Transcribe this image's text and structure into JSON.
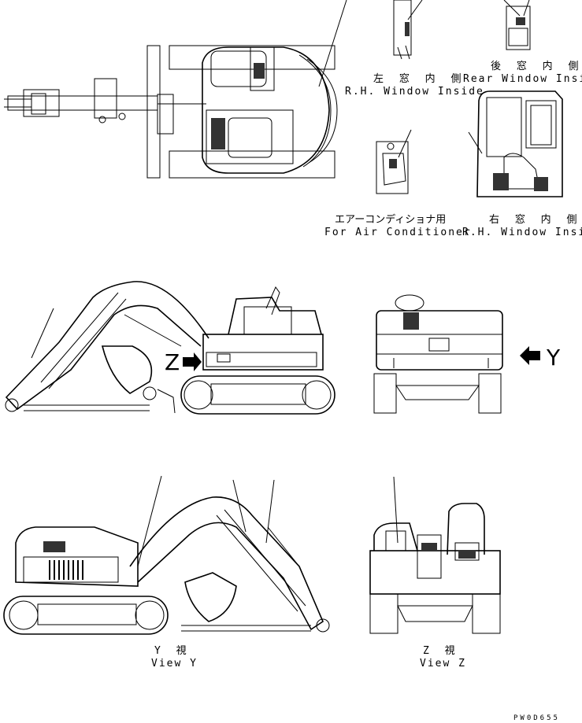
{
  "labels": {
    "left_window_inside_jp": "左 窓 内 側",
    "left_window_inside_en": "R.H. Window Inside",
    "rear_window_inside_jp": "後 窓 内 側",
    "rear_window_inside_en": "Rear Window Inside",
    "air_conditioner_jp": "エアーコンディショナ用",
    "air_conditioner_en": "For Air Conditioner",
    "right_window_inside_jp": "右 窓 内 側",
    "right_window_inside_en": "R.H. Window Inside",
    "view_marker_z": "Z",
    "view_marker_y": "Y",
    "view_y_jp": "Y 視",
    "view_y_en": "View Y",
    "view_z_jp": "Z 視",
    "view_z_en": "View Z",
    "drawing_code": "PW0D655"
  },
  "colors": {
    "line": "#000000",
    "background": "#ffffff"
  }
}
